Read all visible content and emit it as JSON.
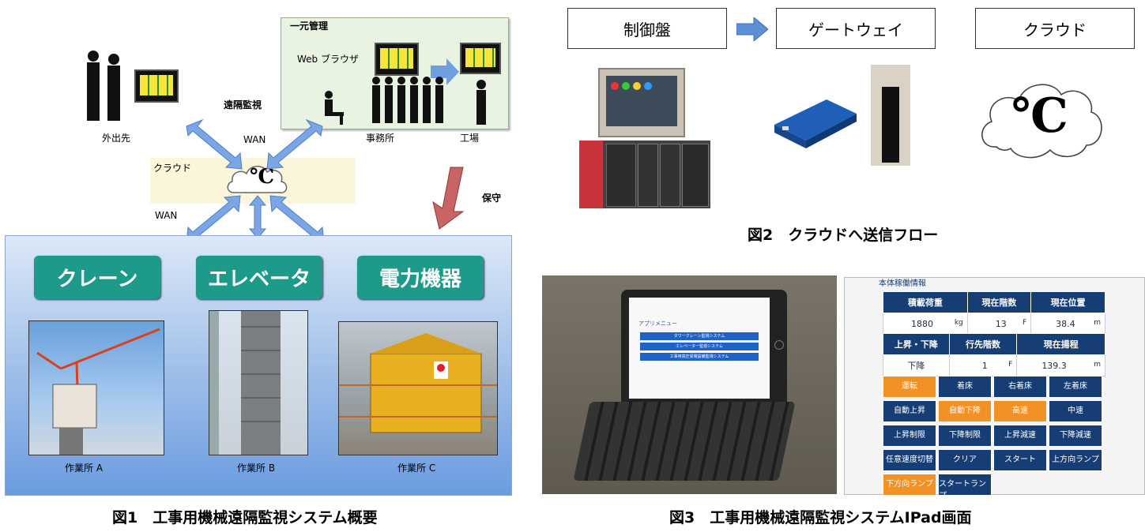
{
  "fig1": {
    "mgmt_title": "一元管理",
    "web_browser": "Web ブラウザ",
    "remote_monitor": "遠隔監視",
    "outside": "外出先",
    "office": "事務所",
    "factory": "工場",
    "wan_top": "WAN",
    "wan_bottom": "WAN",
    "cloud_label": "クラウド",
    "cloud_logo": "℃",
    "maintenance": "保守",
    "equipment": [
      "クレーン",
      "エレベータ",
      "電力機器"
    ],
    "sites": [
      "作業所 A",
      "作業所 B",
      "作業所 C"
    ],
    "caption": "図1　工事用機械遠隔監視システム概要"
  },
  "fig2": {
    "flow": [
      "制御盤",
      "ゲートウェイ",
      "クラウド"
    ],
    "cloud_logo": "℃",
    "caption": "図2　クラウドへ送信フロー"
  },
  "fig3": {
    "caption": "図3　工事用機械遠隔監視システムIPad画面",
    "panel_title": "本体稼働情報",
    "table1_headers": [
      "積載荷重",
      "現在階数",
      "現在位置"
    ],
    "table1_values": [
      "1880",
      "13",
      "38.4"
    ],
    "table1_units": [
      "kg",
      "F",
      "m"
    ],
    "table2_headers": [
      "上昇・下降",
      "行先階数",
      "現在揚程"
    ],
    "table2_values": [
      "下降",
      "1",
      "139.3"
    ],
    "table2_units": [
      "",
      "F",
      "m"
    ],
    "buttons": [
      {
        "label": "運転",
        "on": true
      },
      {
        "label": "着床",
        "on": false
      },
      {
        "label": "右着床",
        "on": false
      },
      {
        "label": "左着床",
        "on": false
      },
      {
        "label": "自動上昇",
        "on": false
      },
      {
        "label": "自動下降",
        "on": true
      },
      {
        "label": "高速",
        "on": true
      },
      {
        "label": "中速",
        "on": false
      },
      {
        "label": "上昇制限",
        "on": false
      },
      {
        "label": "下降制限",
        "on": false
      },
      {
        "label": "上昇減速",
        "on": false
      },
      {
        "label": "下降減速",
        "on": false
      },
      {
        "label": "任意速度切替",
        "on": false
      },
      {
        "label": "クリア",
        "on": false
      },
      {
        "label": "スタート",
        "on": false
      },
      {
        "label": "上方向ランプ",
        "on": false
      },
      {
        "label": "下方向ランプ",
        "on": true
      },
      {
        "label": "スタートランプ",
        "on": false
      }
    ],
    "tablet_menu": [
      "タワークレーン監視システム",
      "エレベーター監視システム",
      "工事用高圧受電設備監視システム"
    ],
    "tablet_subtitle": "アプリメニュー"
  },
  "colors": {
    "accent_green": "#1d9a8a",
    "navy": "#173e74",
    "orange": "#f29226",
    "arrow_blue": "#6f9fe0",
    "maint_red": "#b34a4a"
  }
}
